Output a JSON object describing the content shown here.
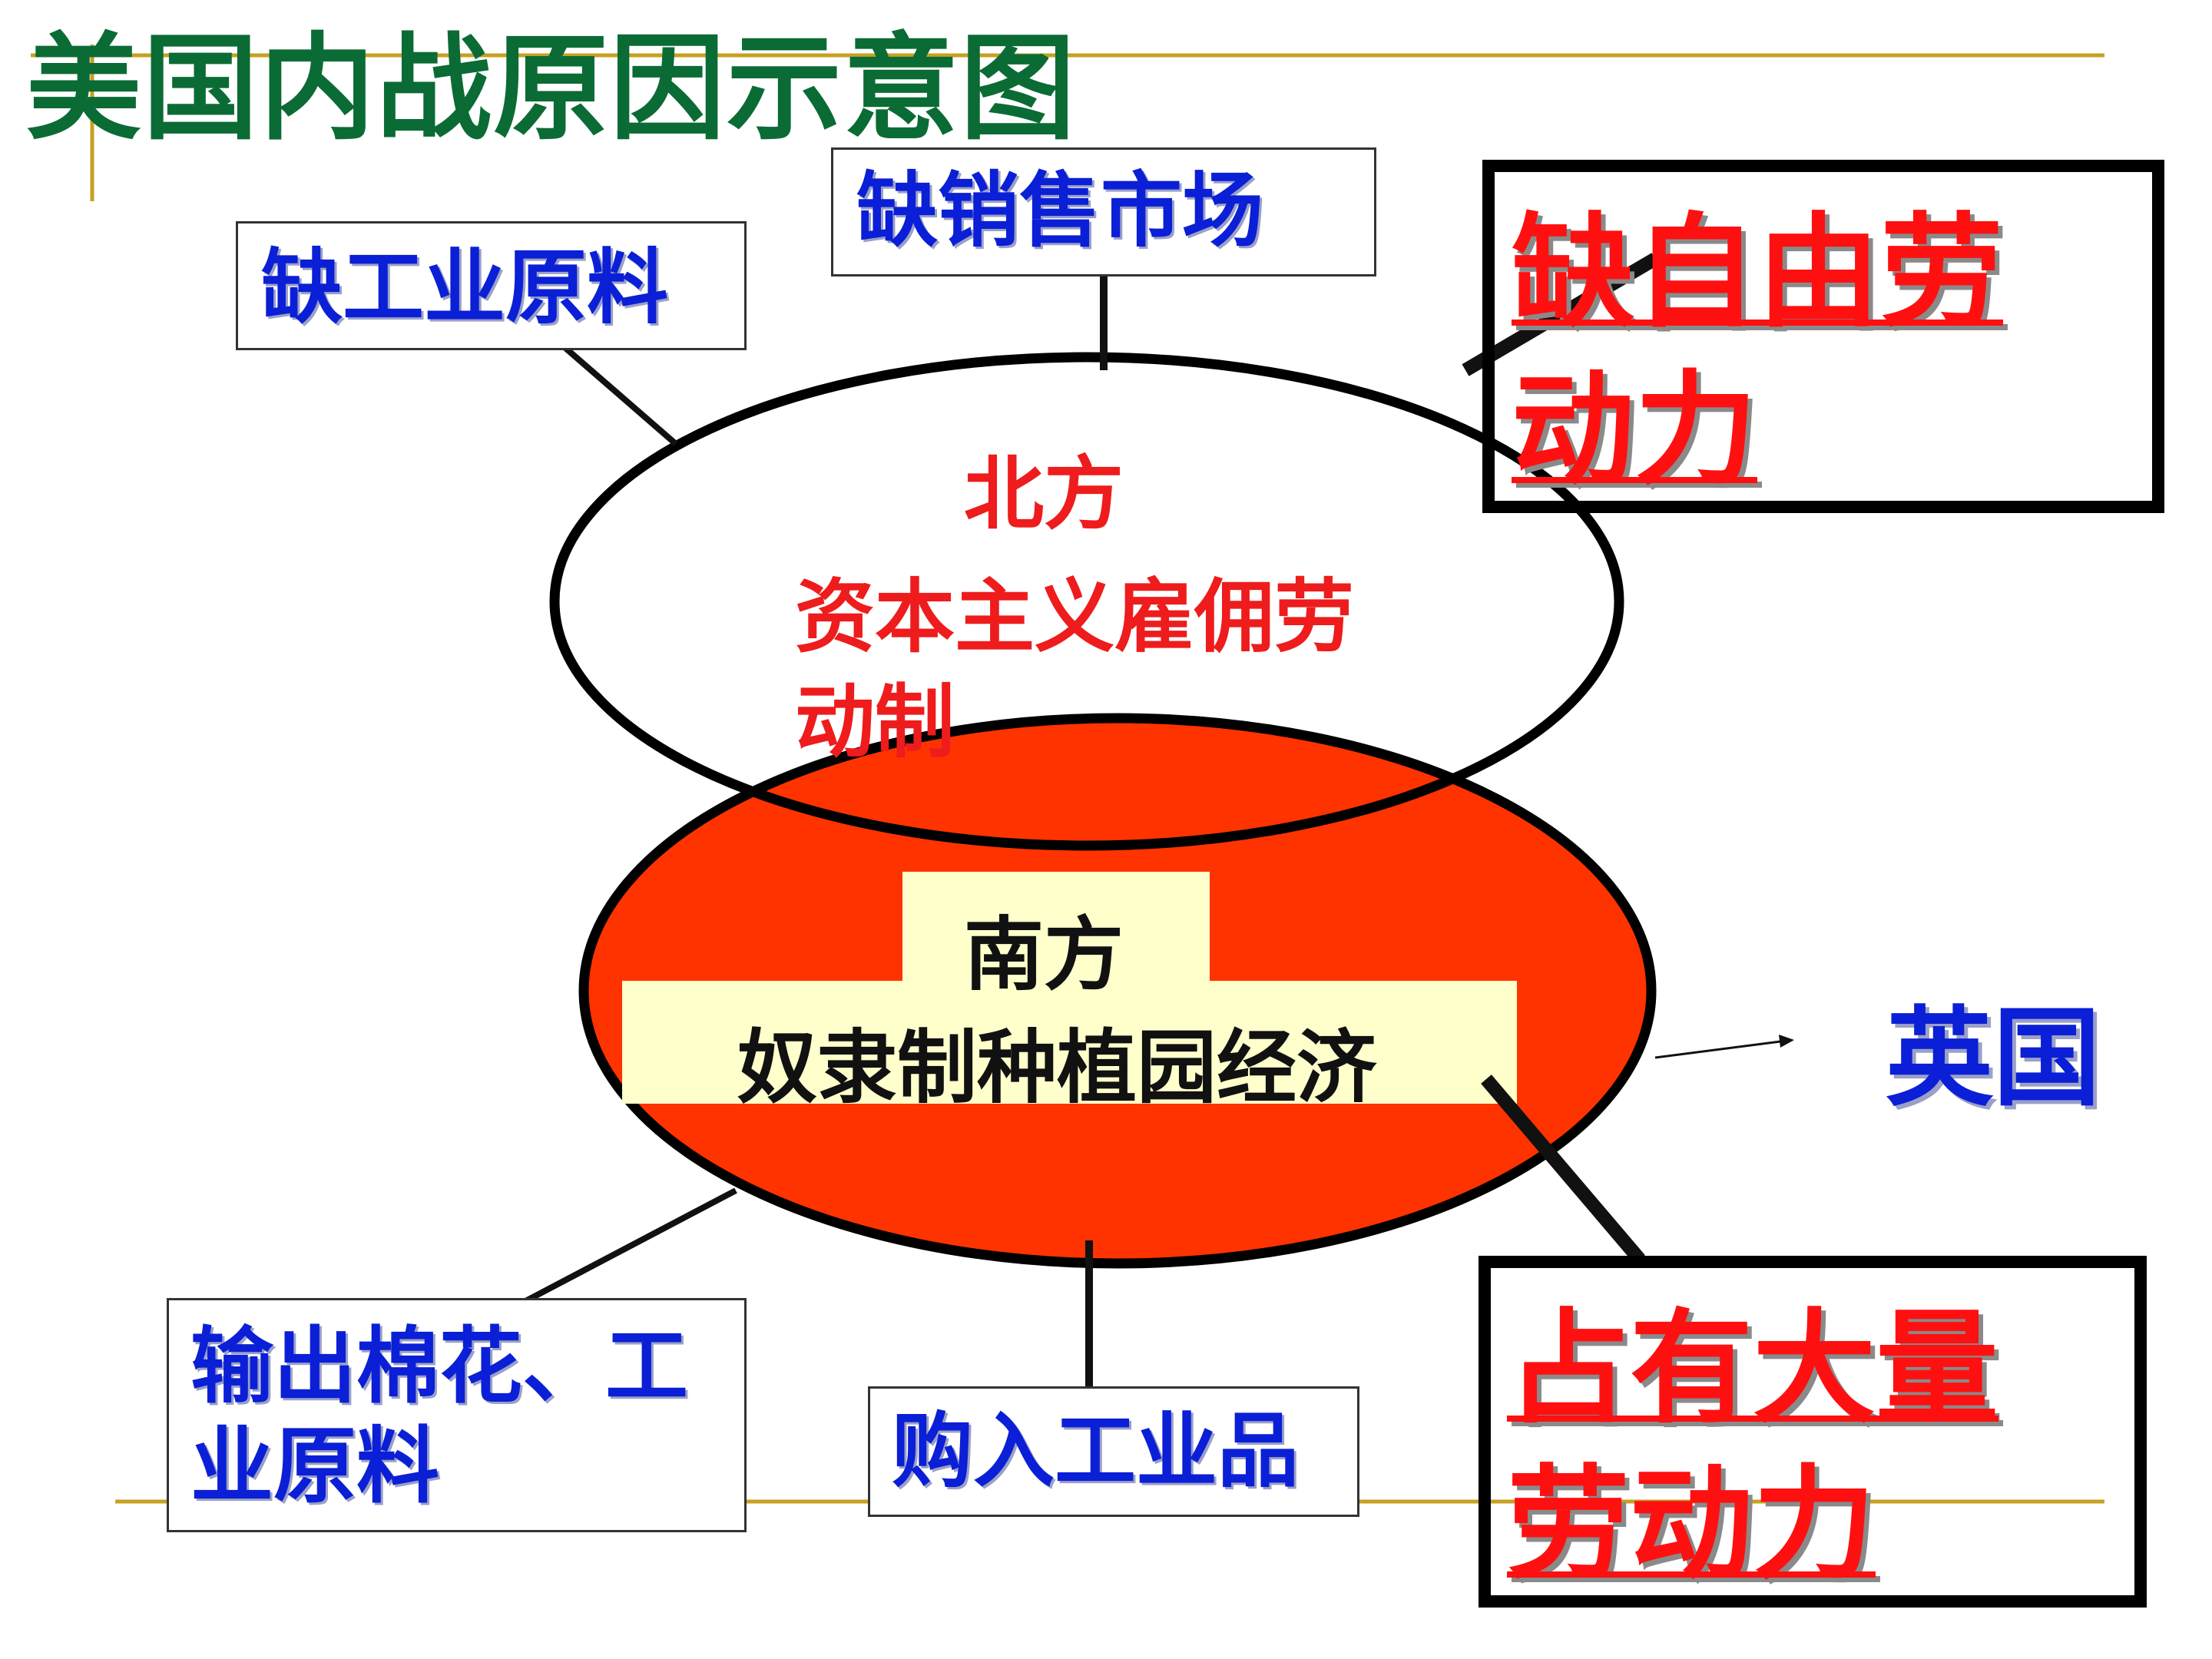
{
  "title": "美国内战原因示意图",
  "north": {
    "name": "北方",
    "system_line1": "资本主义雇佣劳",
    "system_line2": "动制",
    "needs": {
      "raw_materials": "缺工业原料",
      "market": "缺销售市场",
      "labor_line1": "缺自由劳",
      "labor_line2": "动力"
    }
  },
  "south": {
    "name": "南方",
    "system": "奴隶制种植园经济",
    "traits": {
      "export_line1": "输出棉花、工",
      "export_line2": "业原料",
      "import": "购入工业品",
      "labor_line1": "占有大量",
      "labor_line2": "劳动力"
    }
  },
  "britain": "英国",
  "colors": {
    "title": "#0b6b35",
    "blue_text": "#0a1fd6",
    "red_text": "#ff1010",
    "south_fill": "#ff3300",
    "label_fill": "#ffffcc",
    "rule_gold": "#c8a020"
  }
}
